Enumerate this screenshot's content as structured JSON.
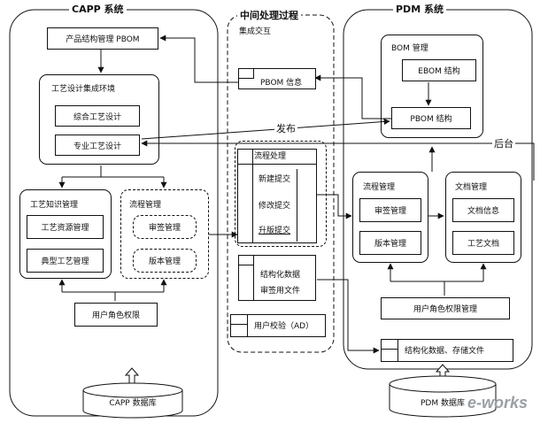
{
  "columns": {
    "capp": "CAPP 系统",
    "middle": "中间处理过程",
    "middle_sub": "集成交互",
    "pdm": "PDM 系统"
  },
  "capp": {
    "pbom_mgmt": "产品结构管理 PBOM",
    "design_env": "工艺设计集成环境",
    "general_design": "综合工艺设计",
    "special_design": "专业工艺设计",
    "knowledge_mgmt": "工艺知识管理",
    "resource_mgmt": "工艺资源管理",
    "typical_mgmt": "典型工艺管理",
    "flow_mgmt": "流程管理",
    "sign_mgmt": "审签管理",
    "version_mgmt": "版本管理",
    "role_perm": "用户角色权限",
    "database": "CAPP 数据库"
  },
  "middle": {
    "pbom_info": "PBOM 信息",
    "flow_process": "流程处理",
    "new_submit": "新建提交",
    "modify_submit": "修改提交",
    "upgrade_submit": "升版提交",
    "struct_data": "结构化数据",
    "sign_file": "审签用文件",
    "user_auth": "用户校验（AD）"
  },
  "pdm": {
    "bom_mgmt": "BOM 管理",
    "ebom": "EBOM 结构",
    "pbom": "PBOM 结构",
    "flow_mgmt": "流程管理",
    "sign_mgmt": "审签管理",
    "version_mgmt": "版本管理",
    "doc_mgmt": "文档管理",
    "doc_info": "文档信息",
    "process_doc": "工艺文档",
    "role_perm": "用户角色权限管理",
    "storage": "结构化数据、存储文件",
    "database": "PDM 数据库"
  },
  "labels": {
    "publish": "发布",
    "backend": "后台"
  },
  "watermark": "e-works"
}
